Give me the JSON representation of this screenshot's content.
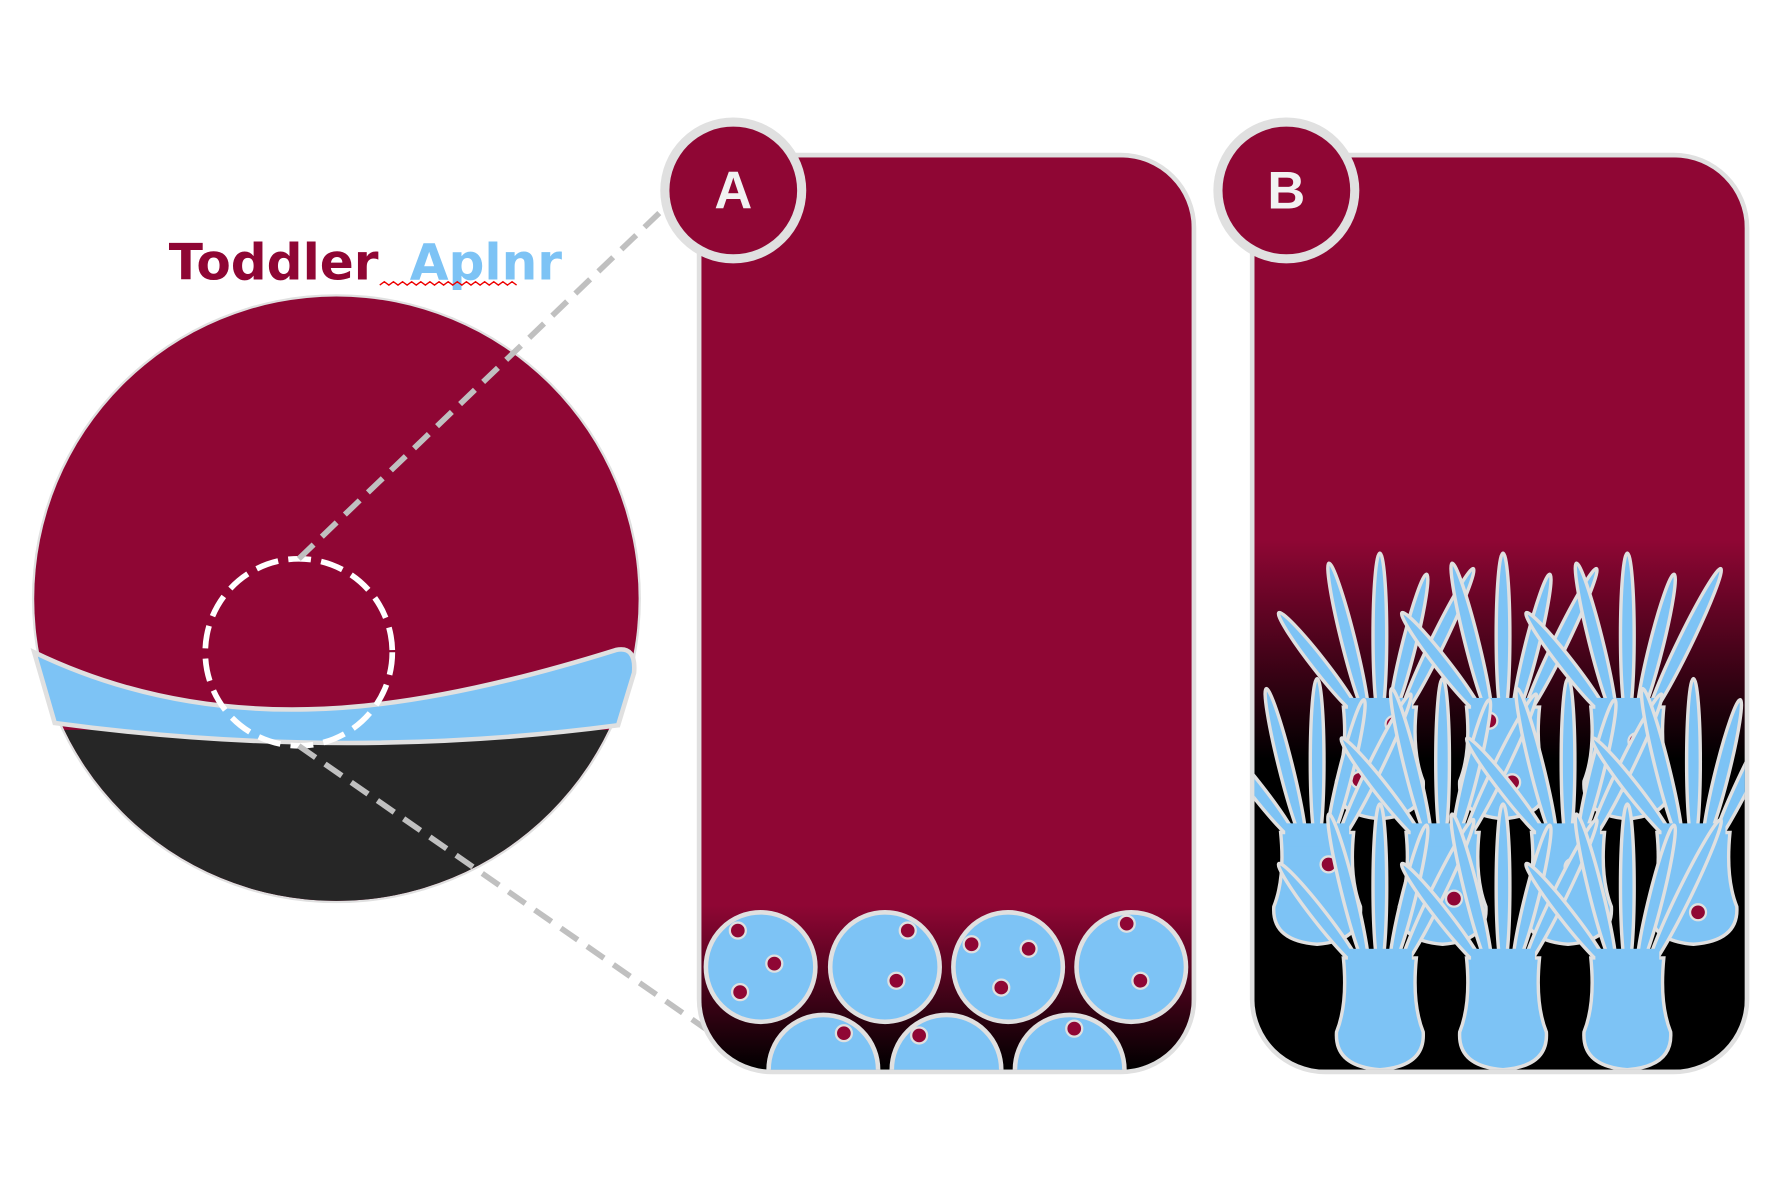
{
  "title": {
    "part1": "Toddler",
    "part2": "Aplnr"
  },
  "panels": [
    {
      "label": "A"
    },
    {
      "label": "B"
    }
  ],
  "colors": {
    "maroon": "#8f0634",
    "blue": "#7dc3f5",
    "dark": "#262626",
    "outline": "#e0e0e0",
    "dash": "#c0c0c0"
  }
}
